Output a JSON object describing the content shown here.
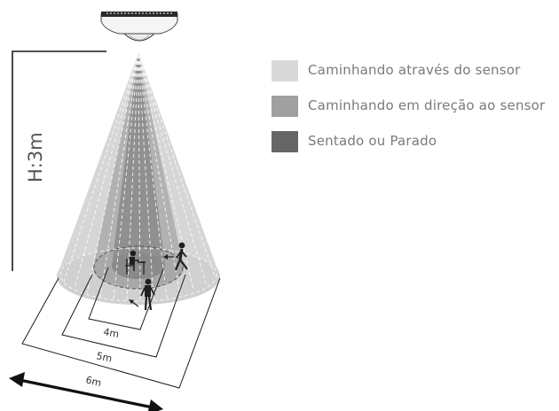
{
  "legend": {
    "items": [
      {
        "label": "Caminhando através do sensor",
        "color": "#d9d9d9"
      },
      {
        "label": "Caminhando em direção ao sensor",
        "color": "#a0a0a0"
      },
      {
        "label": "Sentado ou Parado",
        "color": "#666666"
      }
    ]
  },
  "dimensions": {
    "height_label": "H:3m",
    "inner_label": "4m",
    "middle_label": "5m",
    "outer_label": "6m"
  },
  "colors": {
    "cone_outer": "#d4d4d4",
    "cone_middle": "#b0b0b0",
    "cone_inner": "#8e8e8e",
    "line": "#1a1a1a"
  },
  "icons": [
    "sensor-icon",
    "seated-person-icon",
    "walking-person-icon",
    "standing-person-icon",
    "direction-arrow-icon"
  ]
}
